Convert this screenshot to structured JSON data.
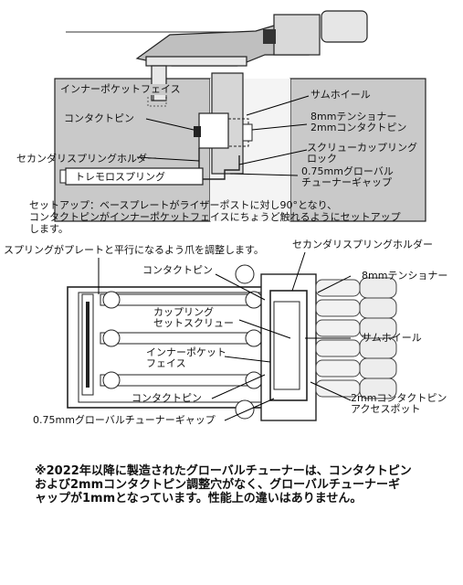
{
  "top_diagram": {
    "labels": {
      "inner_pocket_face": "インナーポケットフェイス",
      "contact_pin": "コンタクトピン",
      "thumb_wheel": "サムホイール",
      "tensioner_8mm": "8mmテンショナー",
      "contact_pin_2mm": "2mmコンタクトピン",
      "secondary_spring_holder": "セカンダリスプリングホルダー",
      "screw_coupling_lock_1": "スクリューカップリング",
      "screw_coupling_lock_2": "ロック",
      "tremolo_spring": "トレモロスプリング",
      "gt_gap_1": "0.75mmグローバル",
      "gt_gap_2": "チューナーギャップ"
    }
  },
  "setup_caption": "セットアップ：ベースプレートがライザーポストに対し90°となり、\nコンタクトピンがインナーポケットフェイスにちょうど触れるようにセットアップ\nします。",
  "bottom_diagram": {
    "labels": {
      "spring_adjust": "スプリングがプレートと平行になるよう爪を調整します。",
      "secondary_spring_holder": "セカンダリスプリングホルダー",
      "contact_pin_top": "コンタクトピン",
      "tensioner_8mm": "8mmテンショナー",
      "coupling_set_screw": "カップリング\nセットスクリュー",
      "thumb_wheel": "サムホイール",
      "inner_pocket_face": "インナーポケット\nフェイス",
      "contact_pin_bottom": "コンタクトピン",
      "access_port": "2mmコンタクトピン\nアクセスポット",
      "gt_gap": "0.75mmグローバルチューナーギャップ"
    }
  },
  "footnote": "※2022年以降に製造されたグローバルチューナーは、コンタクトピン\nおよび2mmコンタクトピン調整穴がなく、グローバルチューナーギ\nャップが1mmとなっています。性能上の違いはありません。"
}
